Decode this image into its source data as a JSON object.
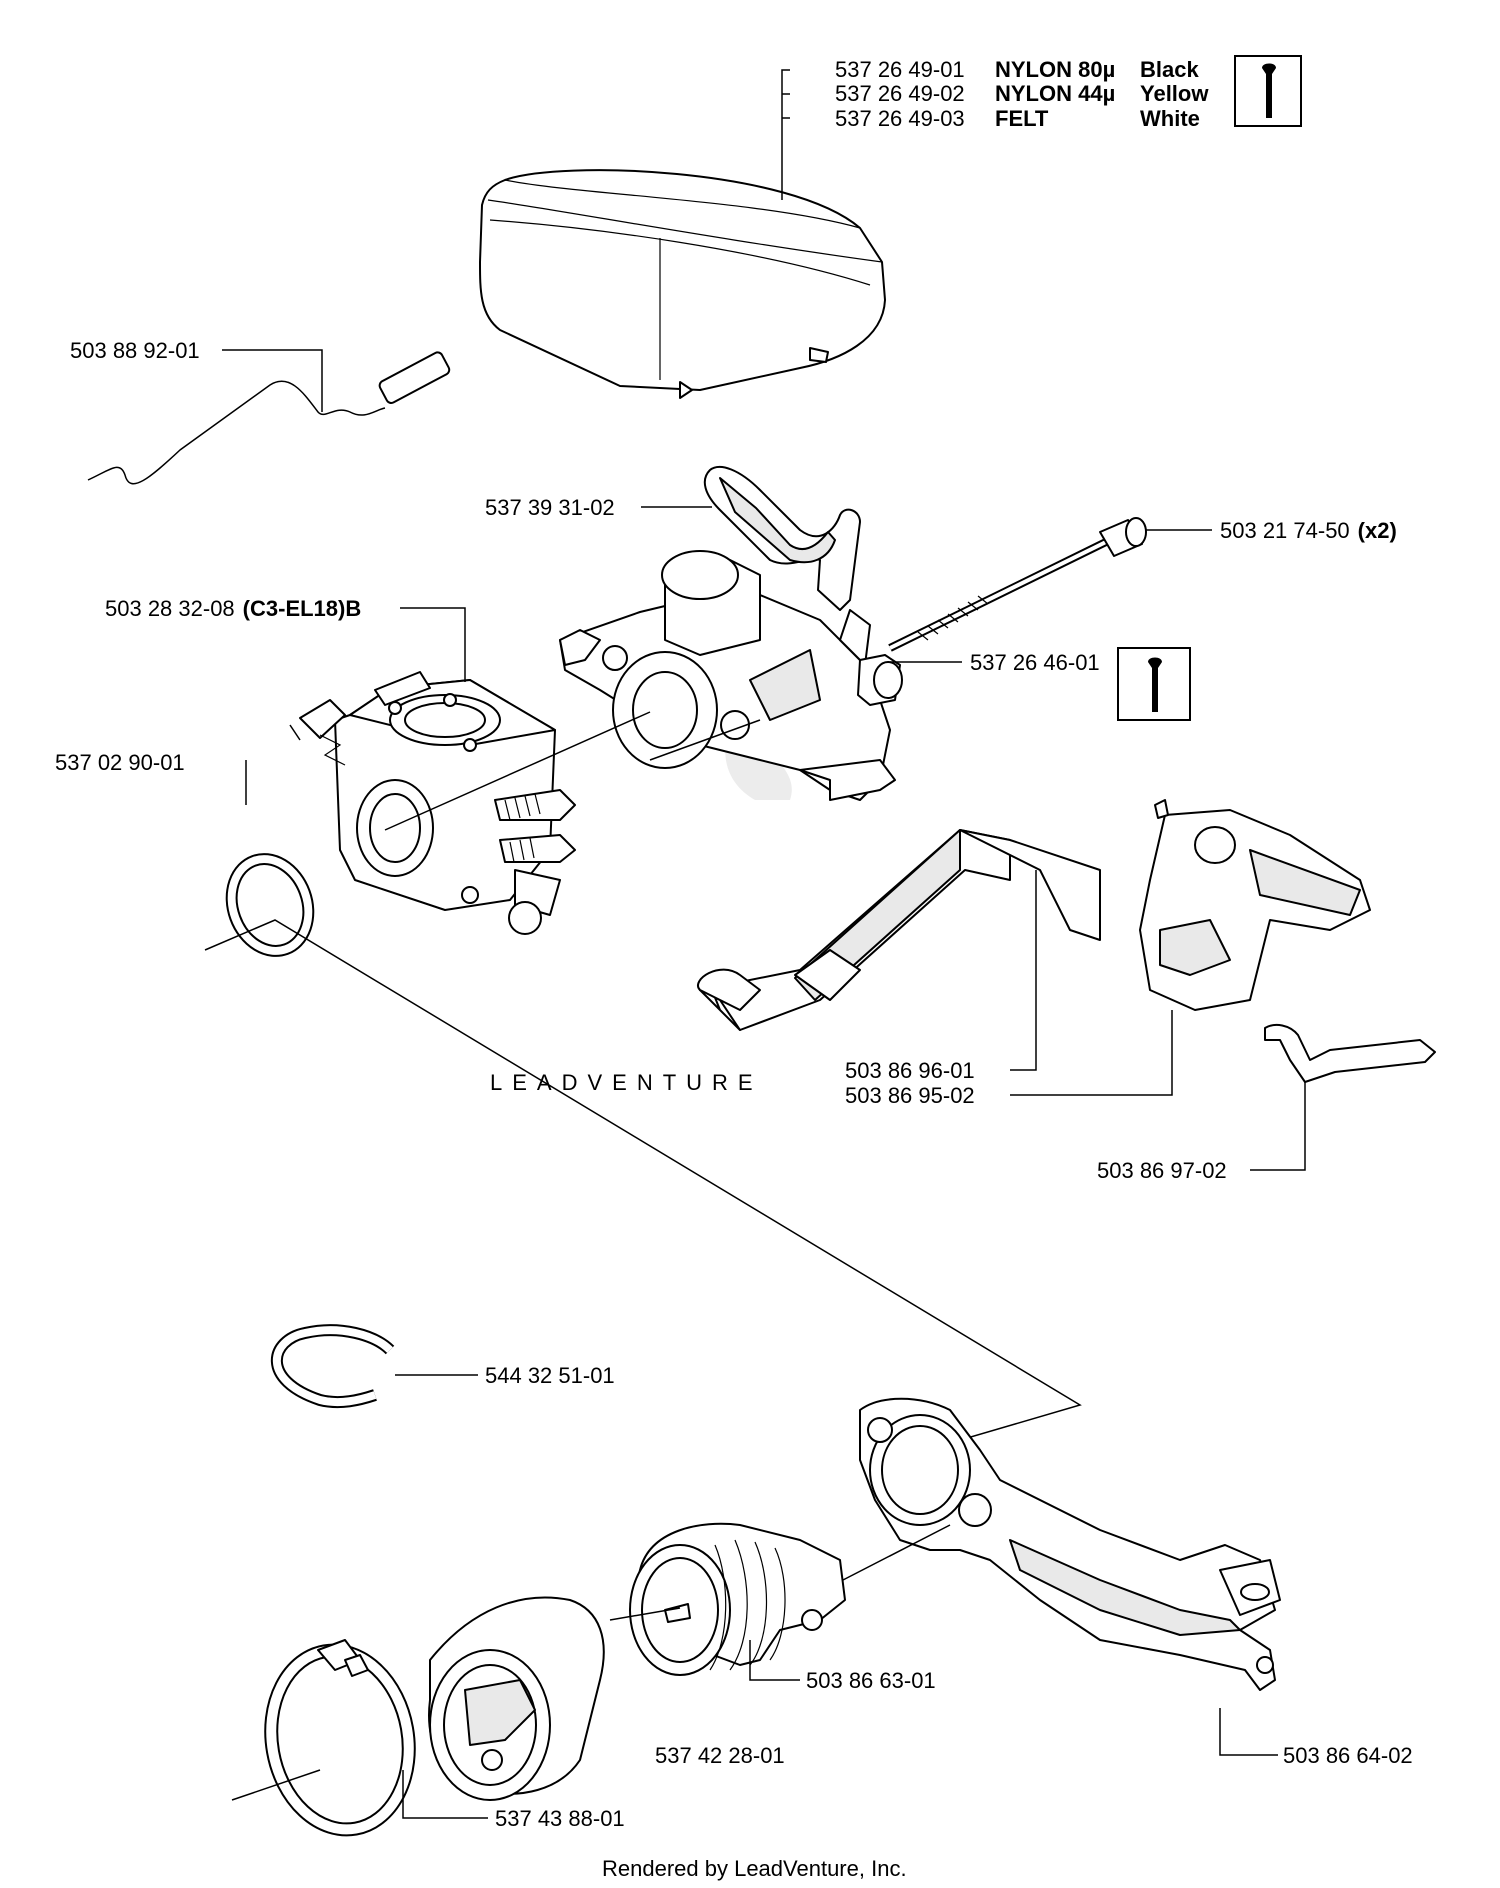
{
  "callouts": {
    "filter_1": {
      "part": "537 26 49-01",
      "material": "NYLON 80µ",
      "color": "Black"
    },
    "filter_2": {
      "part": "537 26 49-02",
      "material": "NYLON 44µ",
      "color": "Yellow"
    },
    "filter_3": {
      "part": "537 26 49-03",
      "material": "FELT",
      "color": "White"
    },
    "wire": "503 88 92-01",
    "holder": "537 39 31-02",
    "screw": {
      "part": "503 21 74-50",
      "qty": "(x2)"
    },
    "carb": {
      "part": "503 28 32-08",
      "code": "(C3-EL18)B"
    },
    "sleeve": "537 26 46-01",
    "ring": "537 02 90-01",
    "throttle_rod": "503 86 96-01",
    "bracket": "503 86 95-02",
    "spring": "503 86 97-02",
    "circlip": "544 32 51-01",
    "intake": "503 86 63-01",
    "flange": "537 42 28-01",
    "clamp": "537 43 88-01",
    "arm": "503 86 64-02"
  },
  "icons": [
    "tool-icon",
    "tool-icon"
  ],
  "watermark": "LEADVENTURE",
  "footer": "Rendered by LeadVenture, Inc."
}
